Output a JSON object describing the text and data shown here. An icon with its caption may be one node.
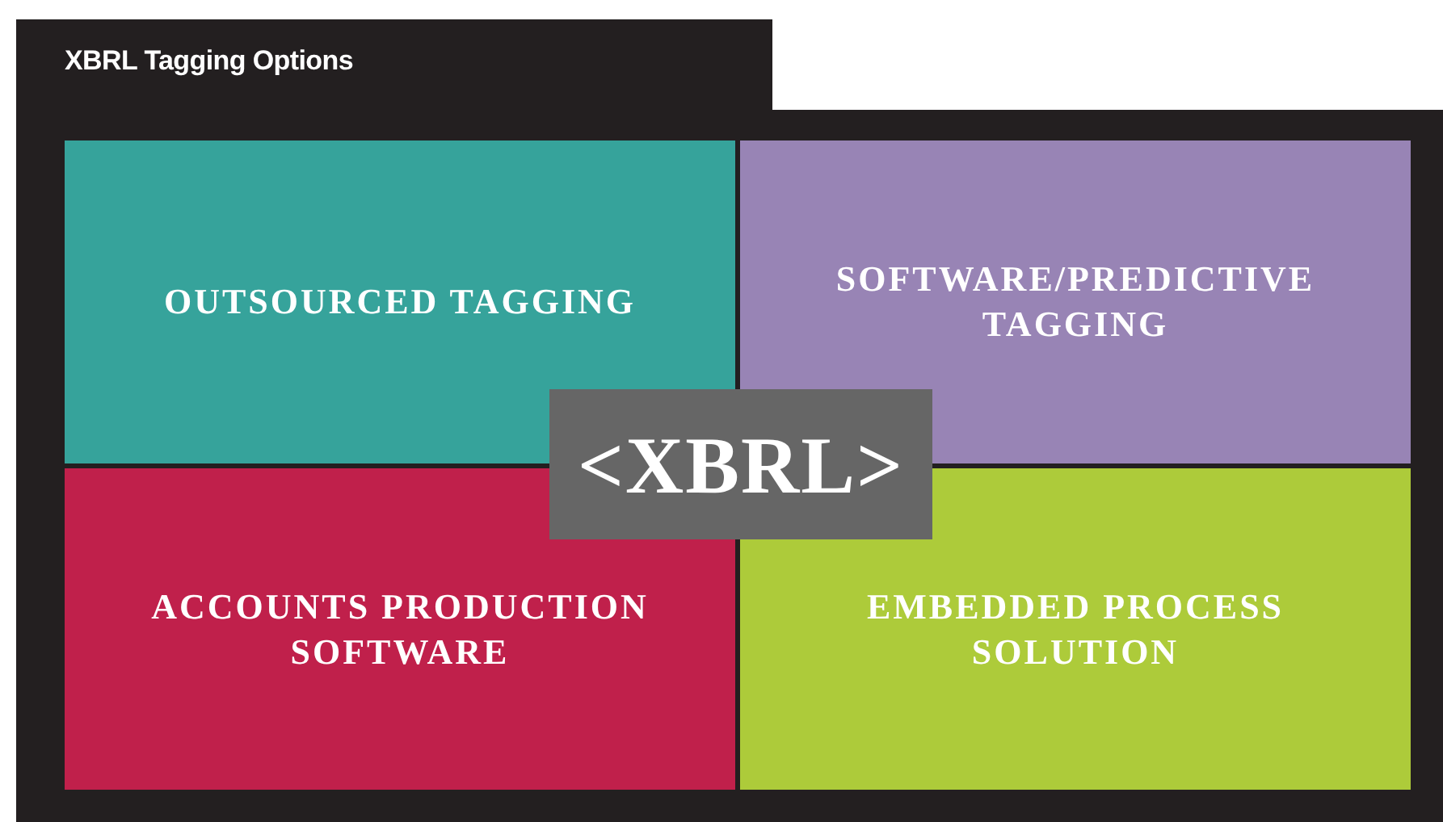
{
  "diagram": {
    "title": "XBRL Tagging Options",
    "nodes": [
      {
        "text": [
          "OUTSOURCED TAGGING"
        ]
      },
      {
        "text": [
          "SOFTWARE/PREDICTIVE TAGGING"
        ]
      },
      {
        "text": [
          "<XBRL>"
        ]
      },
      {
        "text": [
          "ACCOUNTS PRODUCTION SOFTWARE"
        ]
      },
      {
        "text": [
          "EMBEDDED PROCESS SOLUTION"
        ]
      }
    ],
    "edges": []
  }
}
